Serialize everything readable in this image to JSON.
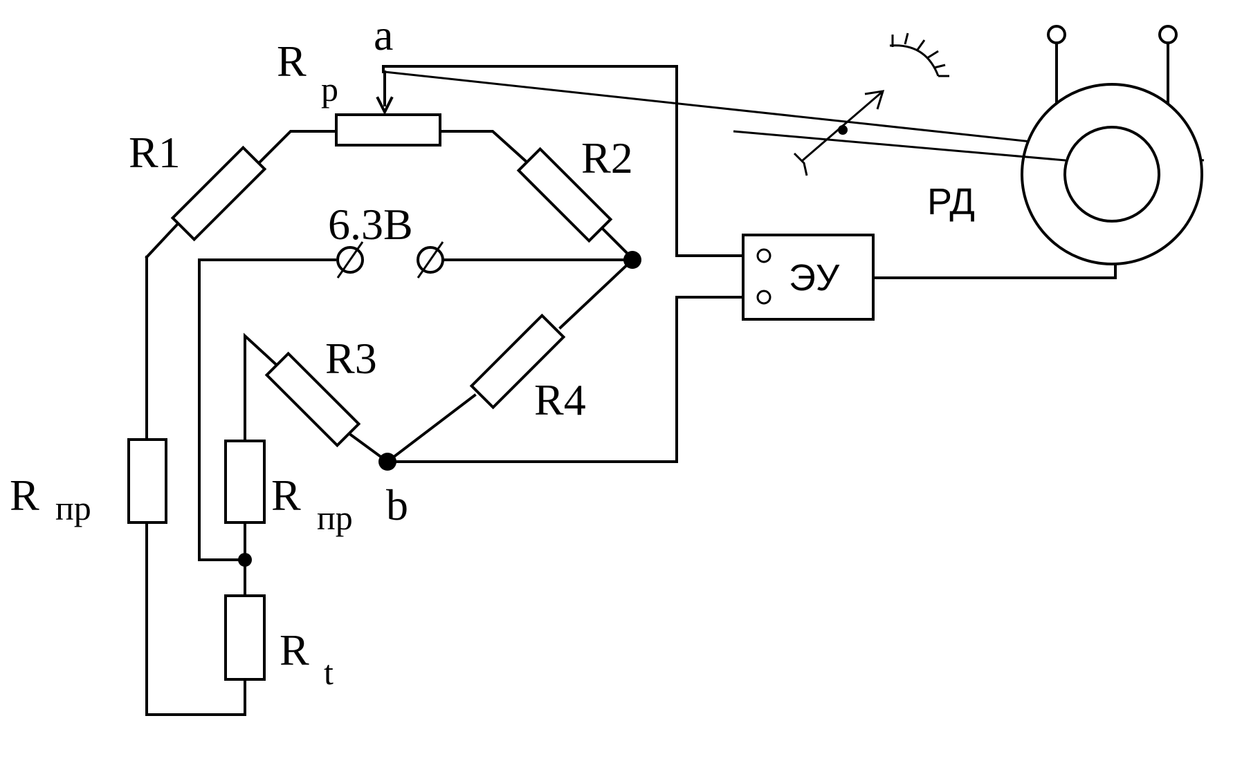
{
  "labels": {
    "rp_main": "R",
    "rp_sub": "p",
    "node_a": "a",
    "r1": "R1",
    "r2": "R2",
    "voltage": "6.3B",
    "r3": "R3",
    "r4": "R4",
    "rpr_left_main": "R",
    "rpr_left_sub": "пр",
    "rpr_mid_main": "R",
    "rpr_mid_sub": "пр",
    "node_b": "b",
    "rt_main": "R",
    "rt_sub": "t",
    "amplifier": "ЭУ",
    "motor": "РД"
  }
}
